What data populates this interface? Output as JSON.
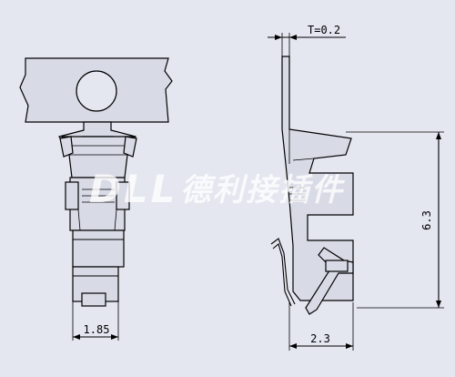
{
  "drawing": {
    "thickness_label": "T=0.2",
    "width_label": "1.85",
    "height_label": "6.3",
    "depth_label": "2.3"
  },
  "watermark": {
    "latin": "DLL",
    "chinese": "德利接插件"
  },
  "colors": {
    "background": "#e4e6f0",
    "part_fill": "#d8dbe6",
    "line": "#000000"
  }
}
